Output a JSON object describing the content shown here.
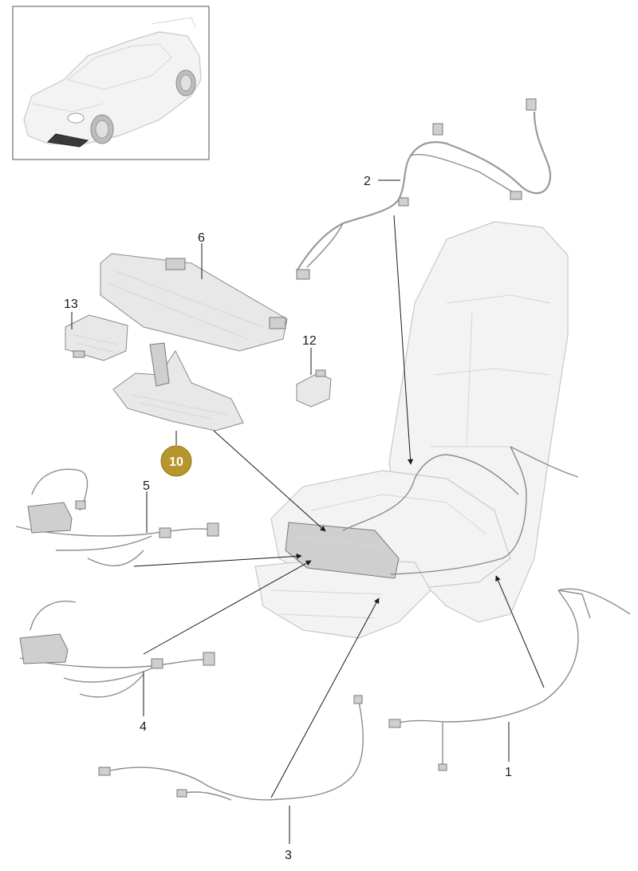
{
  "callouts": [
    {
      "id": "1",
      "label": "1"
    },
    {
      "id": "2",
      "label": "2"
    },
    {
      "id": "3",
      "label": "3"
    },
    {
      "id": "4",
      "label": "4"
    },
    {
      "id": "5",
      "label": "5"
    },
    {
      "id": "6",
      "label": "6"
    },
    {
      "id": "10",
      "label": "10",
      "highlighted": true
    },
    {
      "id": "12",
      "label": "12"
    },
    {
      "id": "13",
      "label": "13"
    }
  ],
  "colors": {
    "highlight_badge": "#b8962e",
    "leader_line": "#1a1a1a",
    "part_fill": "#e8e8e8",
    "wire": "#8c8c8c"
  }
}
